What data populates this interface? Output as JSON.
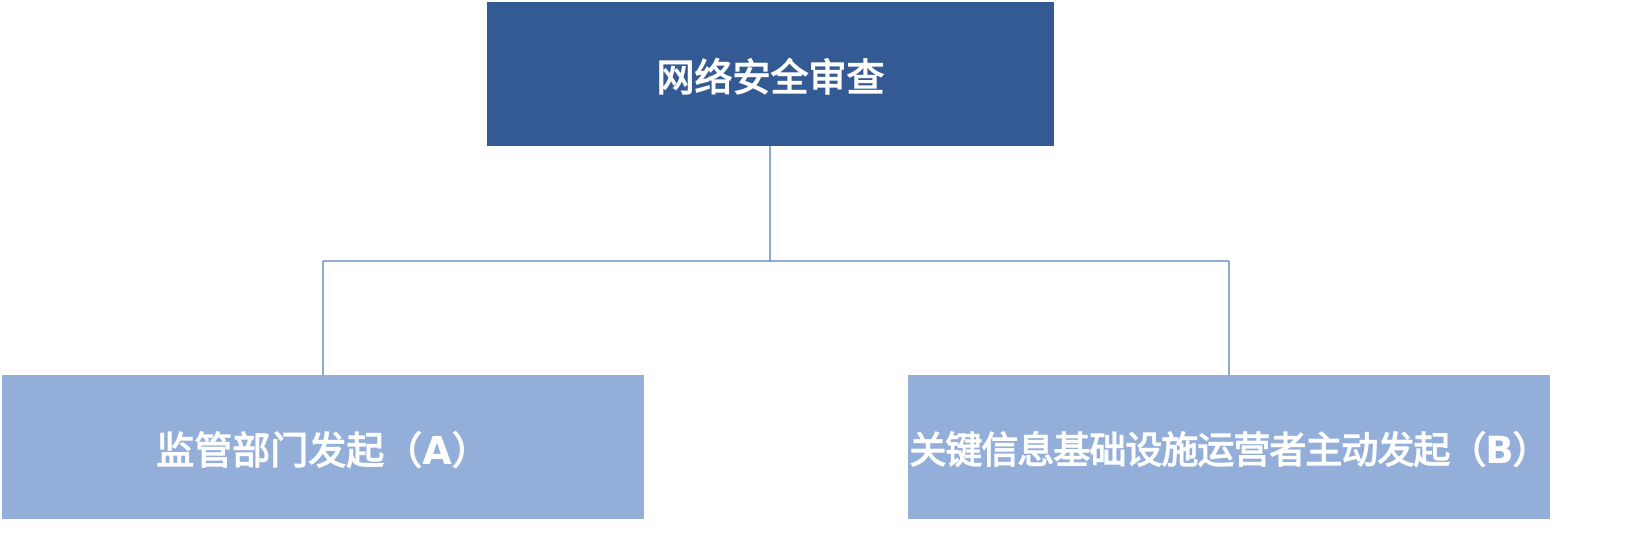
{
  "diagram": {
    "type": "org-chart",
    "root": {
      "label": "网络安全审查",
      "fill_color": "#335a93"
    },
    "children": [
      {
        "label": "监管部门发起（A）",
        "fill_color": "#93afd9"
      },
      {
        "label": "关键信息基础设施运营者主动发起（B）",
        "fill_color": "#93afd9"
      }
    ],
    "connector_color": "#4f7cbd",
    "text_color": "#ffffff"
  }
}
